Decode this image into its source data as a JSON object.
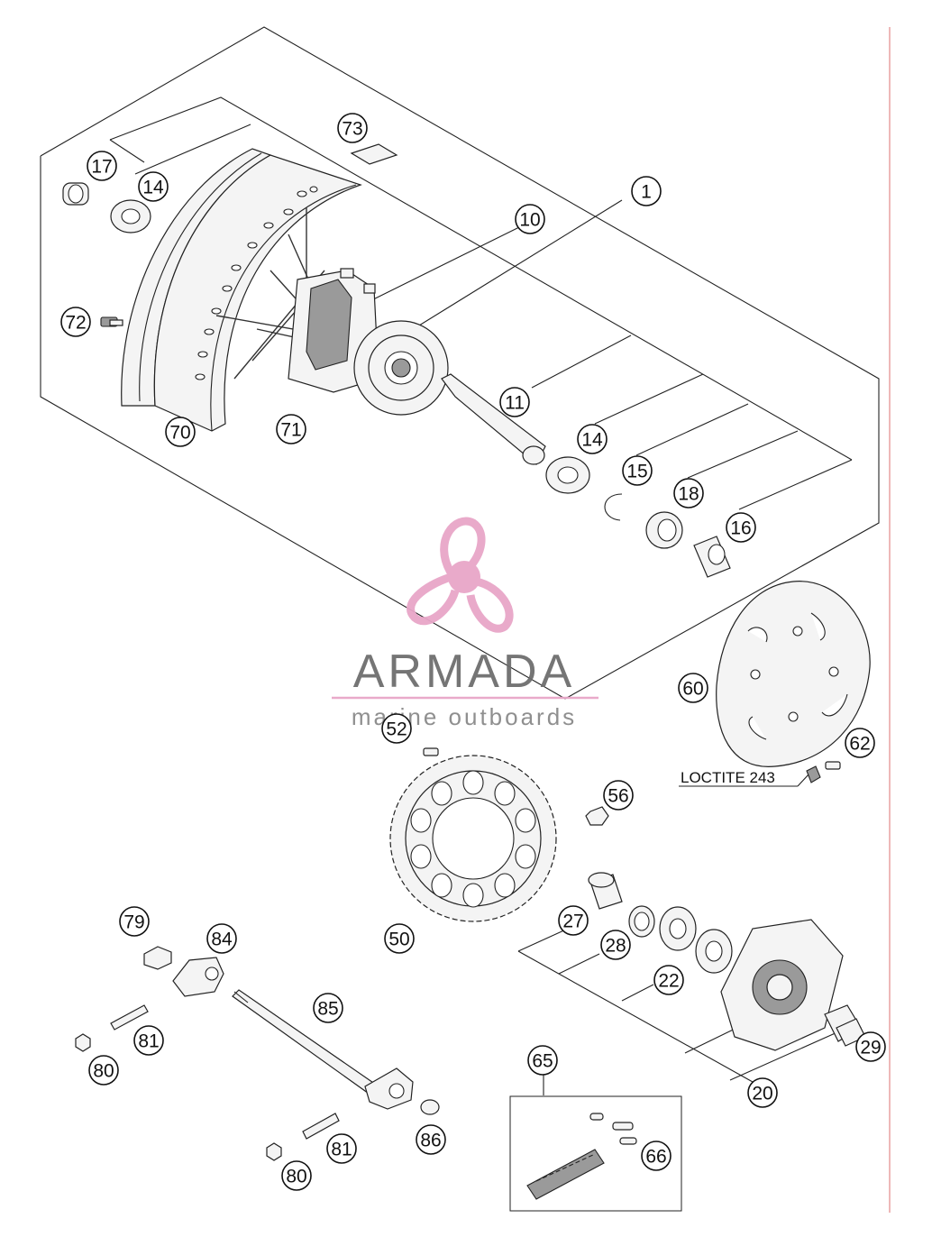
{
  "diagram": {
    "callouts": [
      {
        "id": "c1",
        "label": "1"
      },
      {
        "id": "c10",
        "label": "10"
      },
      {
        "id": "c11",
        "label": "11"
      },
      {
        "id": "c14a",
        "label": "14"
      },
      {
        "id": "c14b",
        "label": "14"
      },
      {
        "id": "c15",
        "label": "15"
      },
      {
        "id": "c16",
        "label": "16"
      },
      {
        "id": "c17",
        "label": "17"
      },
      {
        "id": "c18",
        "label": "18"
      },
      {
        "id": "c20",
        "label": "20"
      },
      {
        "id": "c22",
        "label": "22"
      },
      {
        "id": "c27",
        "label": "27"
      },
      {
        "id": "c28",
        "label": "28"
      },
      {
        "id": "c29",
        "label": "29"
      },
      {
        "id": "c50",
        "label": "50"
      },
      {
        "id": "c52",
        "label": "52"
      },
      {
        "id": "c56",
        "label": "56"
      },
      {
        "id": "c60",
        "label": "60"
      },
      {
        "id": "c62",
        "label": "62"
      },
      {
        "id": "c65",
        "label": "65"
      },
      {
        "id": "c66",
        "label": "66"
      },
      {
        "id": "c70",
        "label": "70"
      },
      {
        "id": "c71",
        "label": "71"
      },
      {
        "id": "c72",
        "label": "72"
      },
      {
        "id": "c73",
        "label": "73"
      },
      {
        "id": "c79",
        "label": "79"
      },
      {
        "id": "c80a",
        "label": "80"
      },
      {
        "id": "c80b",
        "label": "80"
      },
      {
        "id": "c81a",
        "label": "81"
      },
      {
        "id": "c81b",
        "label": "81"
      },
      {
        "id": "c84",
        "label": "84"
      },
      {
        "id": "c85",
        "label": "85"
      },
      {
        "id": "c86",
        "label": "86"
      }
    ],
    "note": "LOCTITE 243"
  },
  "watermark": {
    "brand": "ARMADA",
    "tagline": "marine outboards",
    "color": "#e8a6c8"
  }
}
